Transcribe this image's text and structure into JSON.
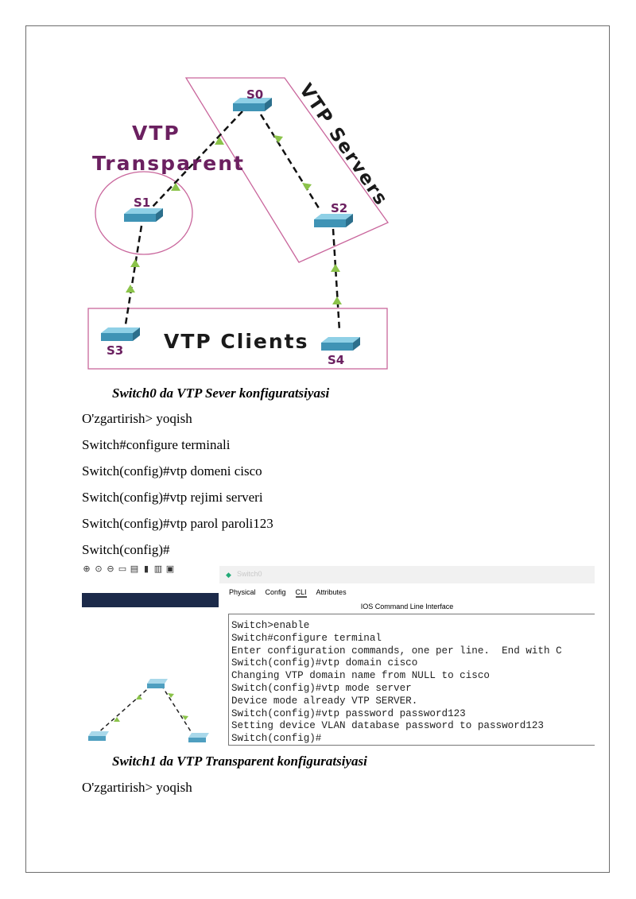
{
  "diagram": {
    "groups": {
      "transparent_label_line1": "VTP",
      "transparent_label_line2": "Transparent",
      "servers_label": "VTP Servers",
      "clients_label": "VTP Clients"
    },
    "switches": [
      "S0",
      "S1",
      "S2",
      "S3",
      "S4"
    ],
    "colors": {
      "group_border": "#c9669c",
      "label_purple": "#6b2060",
      "switch_blue": "#4aa3c4",
      "link_green": "#8bc34a"
    }
  },
  "section1": {
    "caption": "Switch0 da VTP Sever konfiguratsiyasi",
    "lines": [
      "O'zgartirish> yoqish",
      "Switch#configure terminali",
      "Switch(config)#vtp domeni cisco",
      "Switch(config)#vtp rejimi serveri",
      "Switch(config)#vtp parol paroli123",
      "Switch(config)#"
    ]
  },
  "screenshot": {
    "toolbar_icons": [
      "zoom-in-icon",
      "zoom-reset-icon",
      "zoom-out-icon",
      "rectangle-icon",
      "notes-icon",
      "document-icon",
      "palette-icon",
      "image-icon"
    ],
    "window_title": "Switch0",
    "tabs": [
      "Physical",
      "Config",
      "CLI",
      "Attributes"
    ],
    "active_tab": "CLI",
    "heading": "IOS Command Line Interface",
    "terminal_lines": [
      "Switch>enable",
      "Switch#configure terminal",
      "Enter configuration commands, one per line.  End with C",
      "Switch(config)#vtp domain cisco",
      "Changing VTP domain name from NULL to cisco",
      "Switch(config)#vtp mode server",
      "Device mode already VTP SERVER.",
      "Switch(config)#vtp password password123",
      "Setting device VLAN database password to password123",
      "Switch(config)#"
    ]
  },
  "section2": {
    "caption": "Switch1 da VTP Transparent konfiguratsiyasi",
    "lines": [
      "O'zgartirish> yoqish"
    ]
  }
}
